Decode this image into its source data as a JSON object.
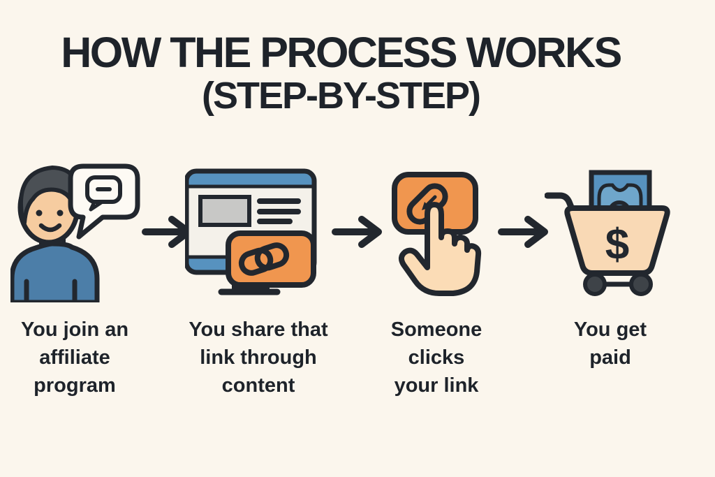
{
  "title": {
    "line1": "HOW THE PROCESS WORKS",
    "line2": "(STEP-BY-STEP)"
  },
  "steps": [
    {
      "icon": "person-with-speech-bubble",
      "label": "You join an\naffiliate\nprogram"
    },
    {
      "icon": "browser-window-with-link-card",
      "label": "You share that\nlink through\ncontent"
    },
    {
      "icon": "hand-clicking-link-button",
      "label": "Someone\nclicks\nyour link"
    },
    {
      "icon": "shopping-cart-with-money",
      "label": "You get\npaid",
      "currency_symbol": "$"
    }
  ],
  "colors": {
    "background": "#FBF6ED",
    "text": "#1E232A",
    "outline": "#22272E",
    "orange": "#F0964F",
    "blue": "#5792BF",
    "blue_light": "#6FA6CB",
    "shirt_blue": "#4C7EA8",
    "cyan": "#62CBEA",
    "skin": "#F6CCA0",
    "skin_light": "#FBDCB6",
    "basket": "#F9D9B5",
    "hair": "#4B5055",
    "gray": "#C8C8C6",
    "panel": "#F4F1EA",
    "wheel": "#3E4348",
    "white": "#FDFAF4"
  }
}
